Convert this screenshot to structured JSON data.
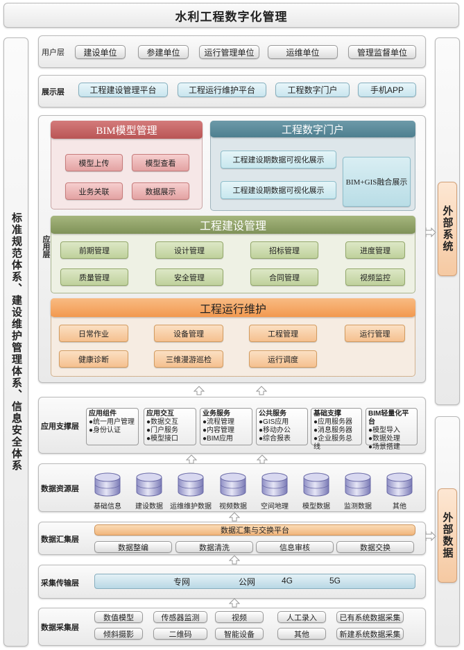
{
  "title": "水利工程数字化管理",
  "left_column": "标准规范体系、建设维护管理体系、信息安全体系",
  "right_top": "外部系统",
  "right_bottom": "外部数据",
  "user_layer": {
    "label": "用户层",
    "items": [
      "建设单位",
      "参建单位",
      "运行管理单位",
      "运维单位",
      "管理监督单位"
    ]
  },
  "display_layer": {
    "label": "展示层",
    "items": [
      "工程建设管理平台",
      "工程运行维护平台",
      "工程数字门户",
      "手机APP"
    ]
  },
  "app_layer": {
    "label": "应用层",
    "bim": {
      "title": "BIM模型管理",
      "items": [
        "模型上传",
        "模型查看",
        "业务关联",
        "数据展示"
      ]
    },
    "portal": {
      "title": "工程数字门户",
      "items": [
        "工程建设期数据可视化展示",
        "工程建设期数据可视化展示"
      ],
      "fusion": "BIM+GIS融合展示"
    },
    "construction": {
      "title": "工程建设管理",
      "items": [
        "前期管理",
        "设计管理",
        "招标管理",
        "进度管理",
        "质量管理",
        "安全管理",
        "合同管理",
        "视频监控"
      ]
    },
    "operation": {
      "title": "工程运行维护",
      "items": [
        "日常作业",
        "设备管理",
        "工程管理",
        "运行管理",
        "健康诊断",
        "三维漫游巡检",
        "运行调度"
      ]
    }
  },
  "support_layer": {
    "label": "应用支撑层",
    "groups": [
      {
        "title": "应用组件",
        "items": [
          "●统一用户管理",
          "●身份认证"
        ]
      },
      {
        "title": "应用交互",
        "items": [
          "●数据交互",
          "●门户服务",
          "●模型接口"
        ]
      },
      {
        "title": "业务服务",
        "items": [
          "●流程管理",
          "●内容管理",
          "●BIM应用"
        ]
      },
      {
        "title": "公共服务",
        "items": [
          "●GIS应用",
          "●移动办公",
          "●综合报表"
        ]
      },
      {
        "title": "基础支撑",
        "items": [
          "●应用服务器",
          "●消息服务器",
          "●企业服务总线"
        ]
      },
      {
        "title": "BIM轻量化平台",
        "items": [
          "●模型导入",
          "●数据处理",
          "●场景搭建"
        ]
      }
    ]
  },
  "data_resource_layer": {
    "label": "数据资源层",
    "items": [
      "基础信息",
      "建设数据",
      "运维维护数据",
      "视频数据",
      "空间地理",
      "模型数据",
      "监测数据",
      "其他"
    ]
  },
  "data_collect_layer": {
    "label": "数据汇集层",
    "platform": "数据汇集与交换平台",
    "items": [
      "数据整编",
      "数据清洗",
      "信息审核",
      "数据交换"
    ]
  },
  "transmission_layer": {
    "label": "采集传输层",
    "items": [
      "专网",
      "公网",
      "4G",
      "5G"
    ]
  },
  "acquisition_layer": {
    "label": "数据采集层",
    "row1": [
      "数值模型",
      "传感器监测",
      "视频",
      "人工录入",
      "已有系统数据采集"
    ],
    "row2": [
      "倾斜摄影",
      "二维码",
      "智能设备",
      "其他",
      "新建系统数据采集"
    ]
  }
}
